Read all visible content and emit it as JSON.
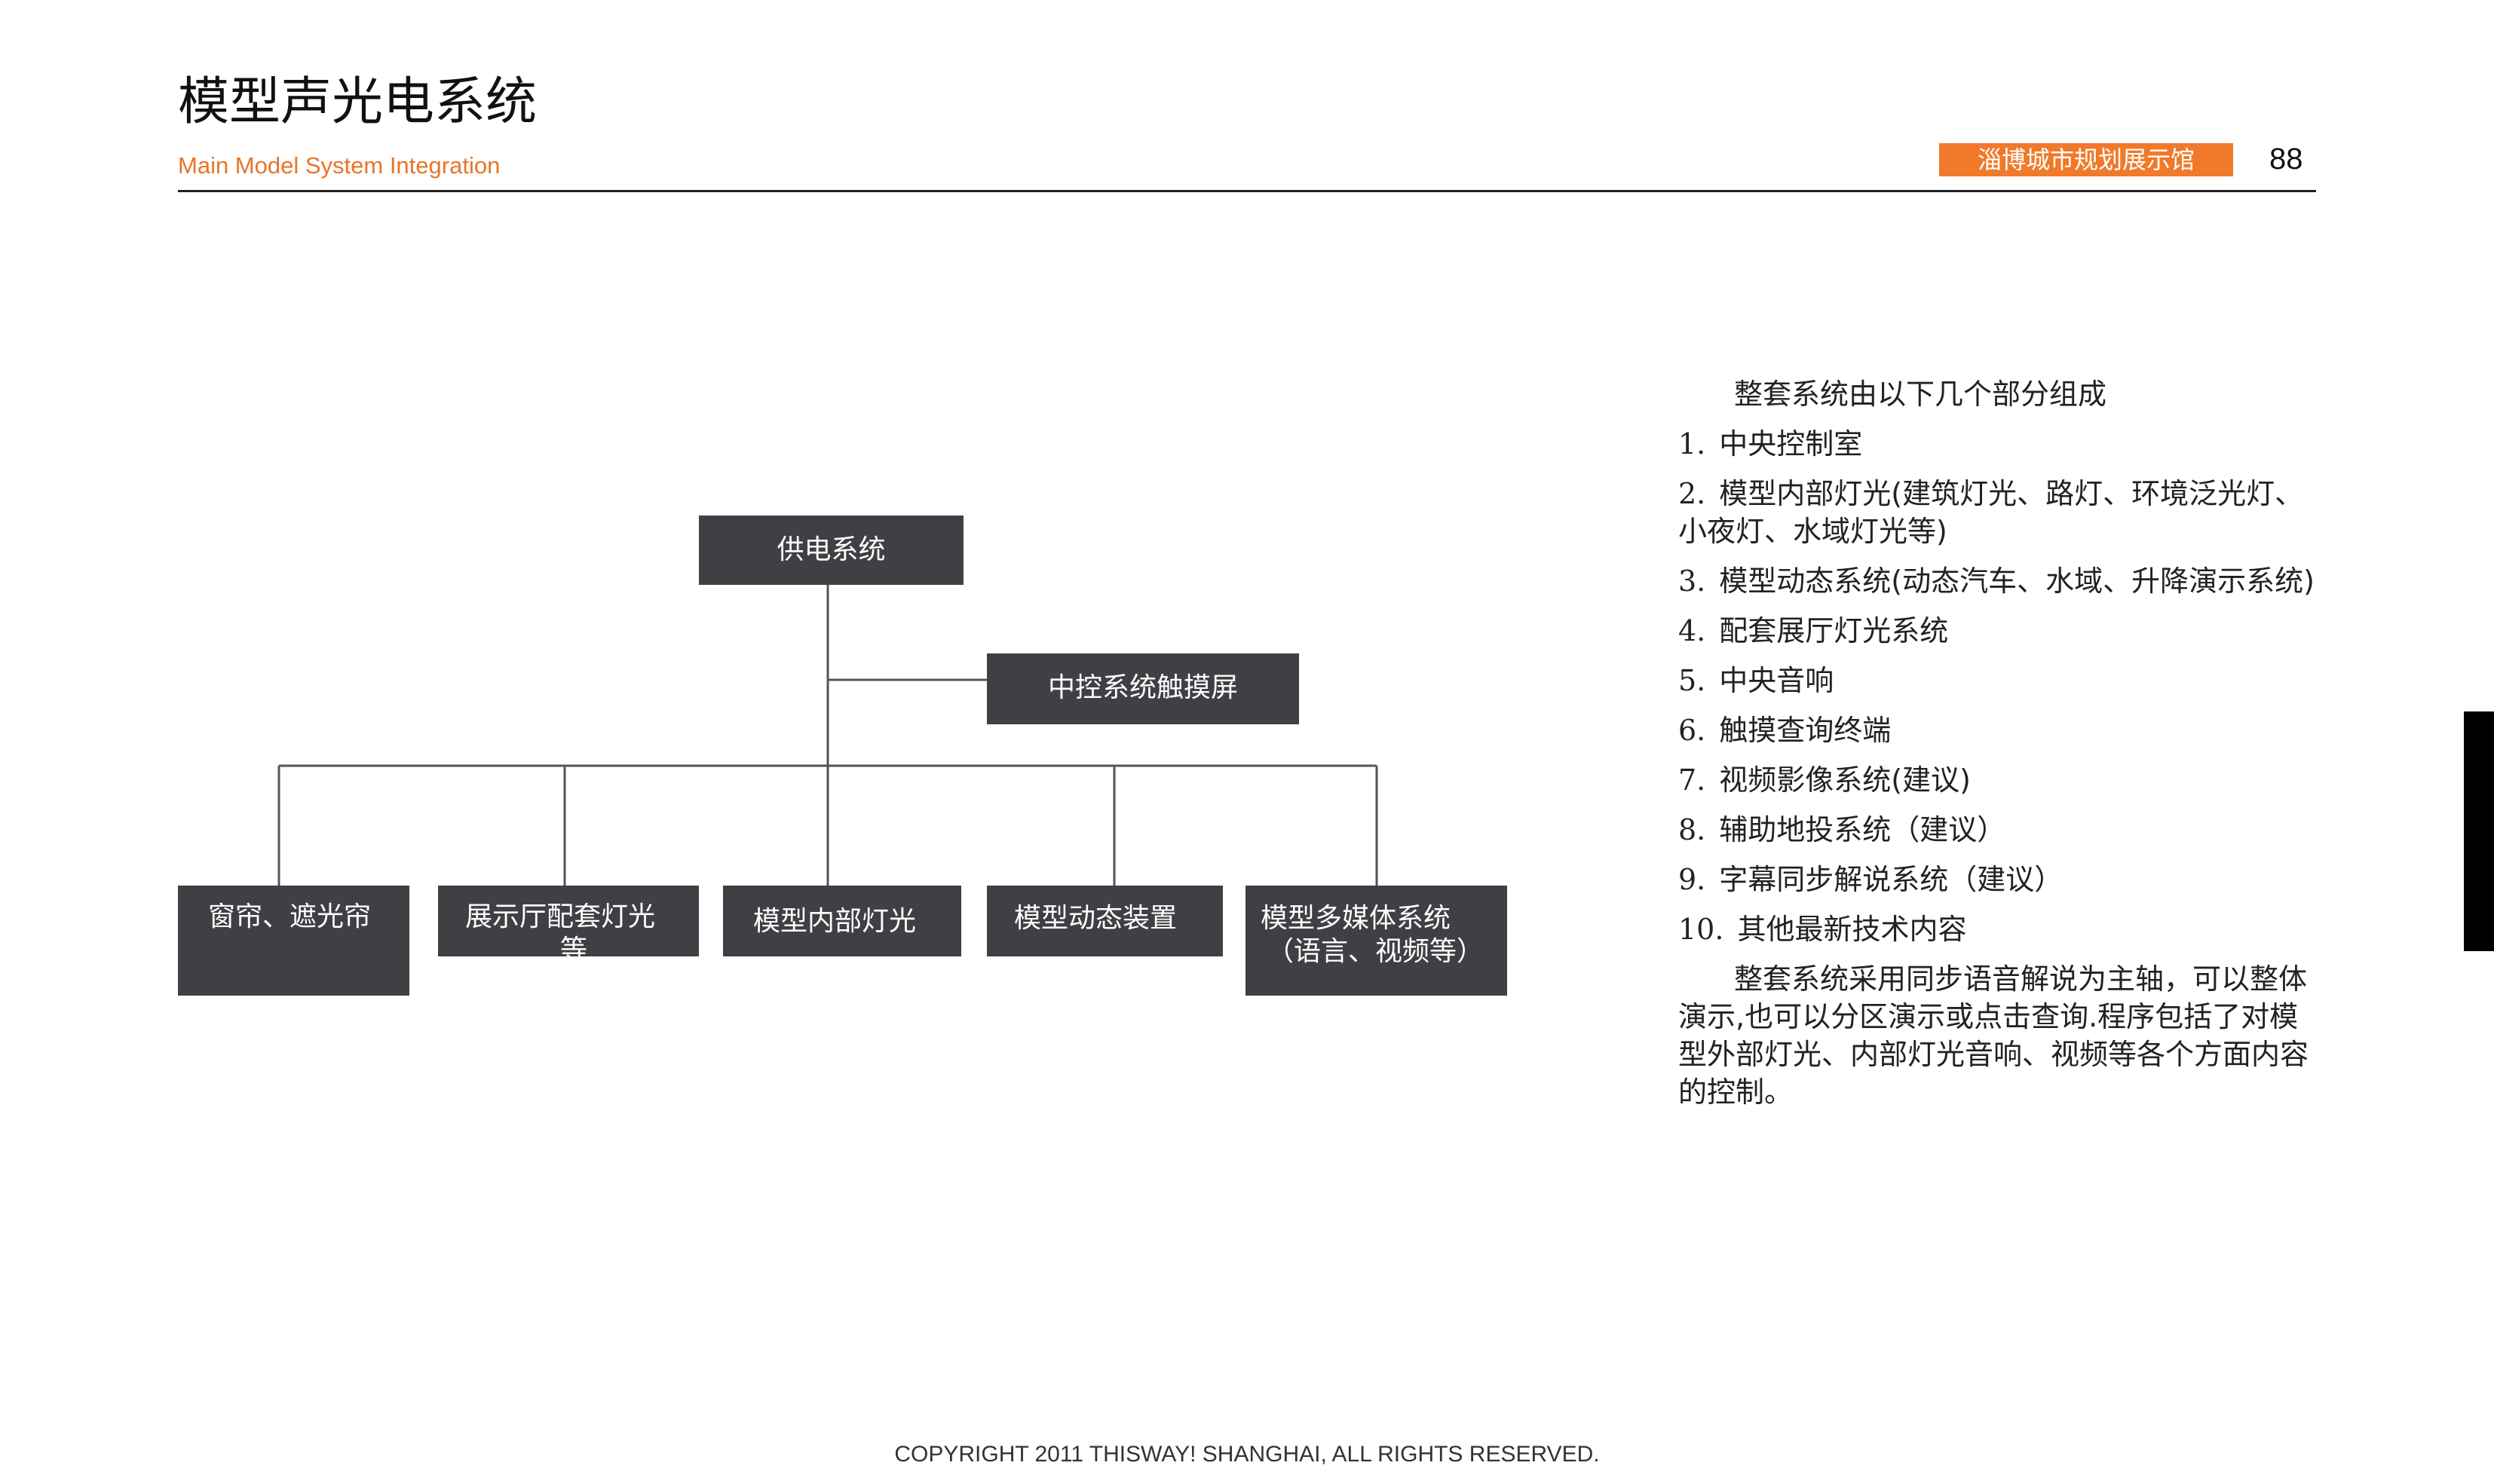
{
  "header": {
    "title": "模型声光电系统",
    "subtitle": "Main Model System Integration",
    "org_badge": "淄博城市规划展示馆",
    "page_number": "88",
    "accent_color": "#f07a2a",
    "subtitle_color": "#e8742a"
  },
  "diagram": {
    "root": "供电系统",
    "control": "中控系统触摸屏",
    "children": [
      {
        "lines": [
          "窗帘、遮光帘"
        ]
      },
      {
        "lines": [
          "展示厅配套灯光",
          "等"
        ]
      },
      {
        "lines": [
          "模型内部灯光"
        ]
      },
      {
        "lines": [
          "模型动态装置"
        ]
      },
      {
        "lines": [
          "模型多媒体系统",
          "（语言、视频等）"
        ]
      }
    ],
    "node_color": "#3f3f44"
  },
  "description": {
    "intro": "整套系统由以下几个部分组成",
    "items": [
      {
        "num": "1.",
        "text": "中央控制室"
      },
      {
        "num": "2.",
        "text": "模型内部灯光(建筑灯光、路灯、环境泛光灯、小夜灯、水域灯光等)"
      },
      {
        "num": "3.",
        "text": "模型动态系统(动态汽车、水域、升降演示系统)"
      },
      {
        "num": "4.",
        "text": "配套展厅灯光系统"
      },
      {
        "num": "5.",
        "text": "中央音响"
      },
      {
        "num": "6.",
        "text": "触摸查询终端"
      },
      {
        "num": "7.",
        "text": "视频影像系统(建议)"
      },
      {
        "num": "8.",
        "text": "辅助地投系统（建议）"
      },
      {
        "num": "9.",
        "text": "字幕同步解说系统（建议）"
      },
      {
        "num": "10.",
        "text": "其他最新技术内容"
      }
    ],
    "closing": "整套系统采用同步语音解说为主轴，可以整体演示,也可以分区演示或点击查询.程序包括了对模型外部灯光、内部灯光音响、视频等各个方面内容的控制。"
  },
  "footer": {
    "copyright": "COPYRIGHT 2011 THISWAY! SHANGHAI, ALL RIGHTS RESERVED."
  }
}
